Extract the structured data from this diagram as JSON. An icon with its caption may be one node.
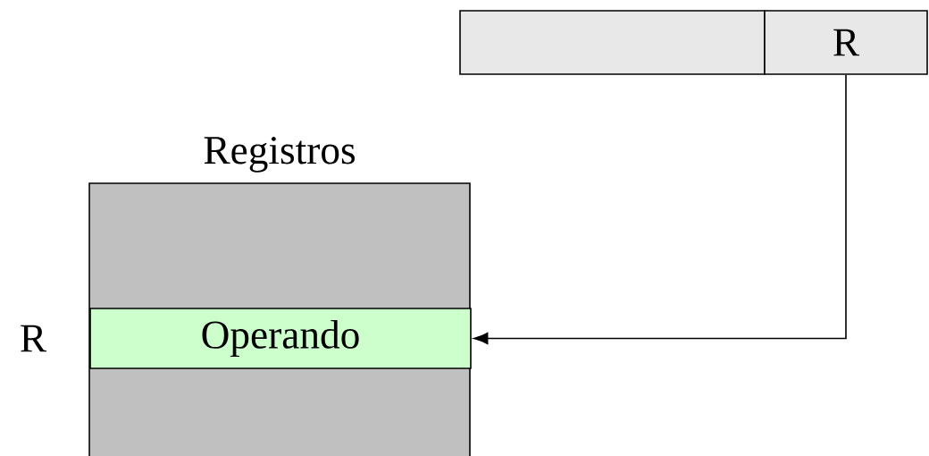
{
  "diagram": {
    "nodes": [
      {
        "text": [],
        "shape": "box"
      },
      {
        "text": [
          "R"
        ]
      },
      {
        "text": [
          "Registros"
        ]
      },
      {
        "text": [
          "Operando"
        ],
        "in": 2,
        "beside": [
          "R"
        ]
      }
    ],
    "edges": [
      {
        "from": 1,
        "to": 3,
        "arrow": "to"
      }
    ]
  }
}
